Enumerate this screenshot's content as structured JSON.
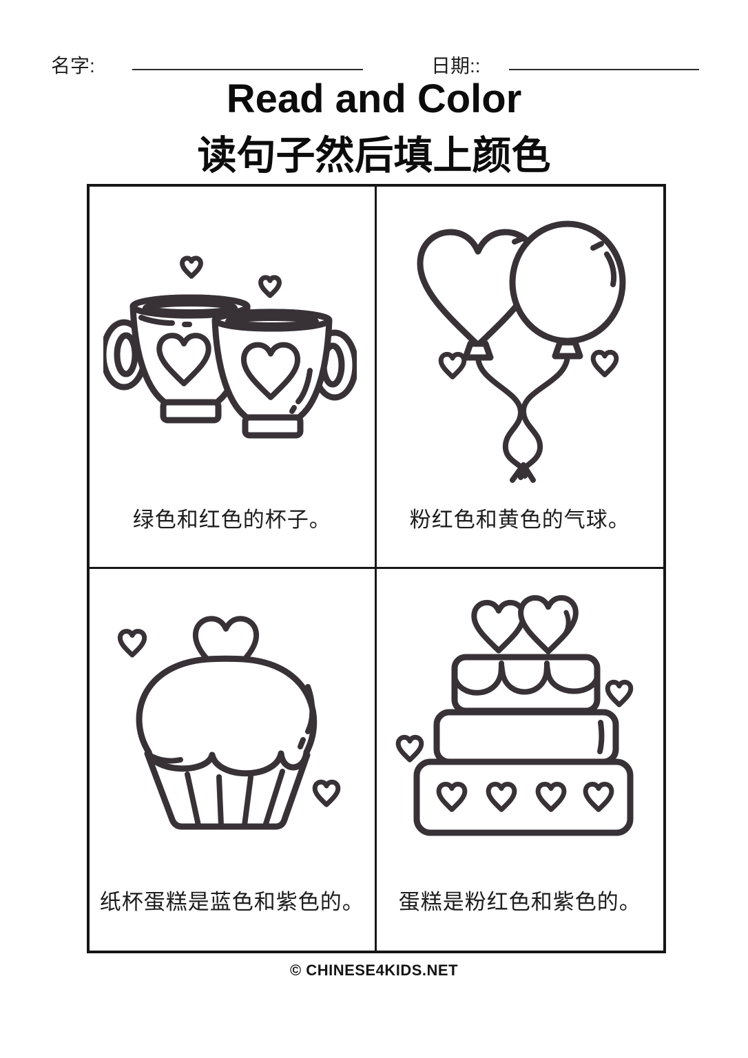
{
  "header": {
    "name_label": "名字:",
    "date_label": "日期::",
    "title": "Read and Color",
    "subtitle": "读句子然后填上颜色"
  },
  "worksheet": {
    "cells": [
      {
        "id": "mugs",
        "drawing": "two-heart-mugs",
        "caption": "绿色和红色的杯子。"
      },
      {
        "id": "balloons",
        "drawing": "heart-and-round-balloons",
        "caption": "粉红色和黄色的气球。"
      },
      {
        "id": "cupcake",
        "drawing": "heart-topped-cupcake",
        "caption": "纸杯蛋糕是蓝色和紫色的。"
      },
      {
        "id": "cake",
        "drawing": "three-tier-heart-cake",
        "caption": "蛋糕是粉红色和紫色的。"
      }
    ]
  },
  "footer": {
    "copyright": "© CHINESE4KIDS.NET"
  },
  "colors": {
    "ink": "#383236",
    "border": "#161616",
    "paper": "#ffffff"
  }
}
